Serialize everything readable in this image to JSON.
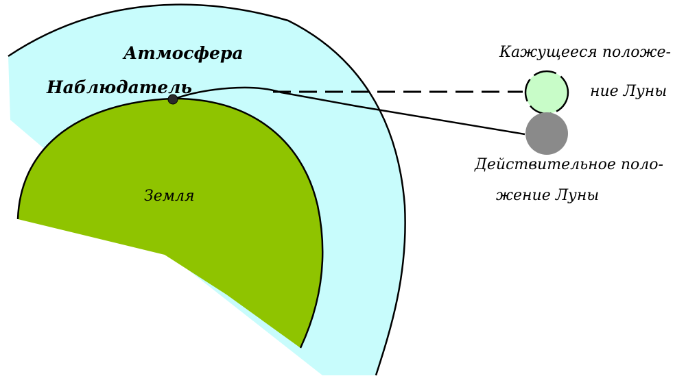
{
  "diagram": {
    "labels": {
      "atmosphere": "Атмосфера",
      "observer": "Наблюдатель",
      "earth": "Земля",
      "apparent_moon_line1": "Кажущееся положе-",
      "apparent_moon_line2": "ние Луны",
      "actual_moon_line1": "Действительное поло-",
      "actual_moon_line2": "жение Луны"
    },
    "colors": {
      "atmosphere": "#c8fcfc",
      "earth": "#8fc400",
      "apparent_moon": "#c8fcc8",
      "actual_moon": "#8a8a8a",
      "observer": "#2a2a2a",
      "outline": "#000000"
    }
  }
}
